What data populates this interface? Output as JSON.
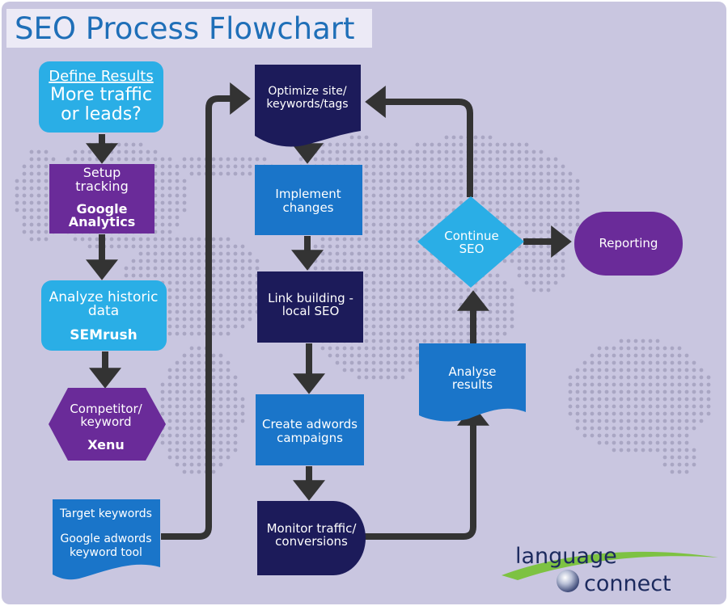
{
  "title": "SEO Process Flowchart",
  "colors": {
    "background": "#c9c6e0",
    "title_bg": "#eceaf6",
    "title_text": "#1f6fb8",
    "cyan": "#2aaee6",
    "purple": "#6a2b99",
    "navy": "#1c1b5a",
    "blue": "#1a75c9",
    "connector": "#333333",
    "map_dots": "#a9a6c3"
  },
  "nodes": {
    "define_results": {
      "heading": "Define Results",
      "line1": "More traffic",
      "line2": "or leads?"
    },
    "setup_tracking": {
      "line1": "Setup",
      "line2": "tracking",
      "tool_line1": "Google",
      "tool_line2": "Analytics"
    },
    "analyze_historic": {
      "line1": "Analyze historic",
      "line2": "data",
      "tool": "SEMrush"
    },
    "competitor": {
      "line1": "Competitor/",
      "line2": "keyword",
      "tool": "Xenu"
    },
    "target_keywords": {
      "line1": "Target keywords",
      "line2": "Google adwords",
      "line3": "keyword tool"
    },
    "optimize_site": {
      "line1": "Optimize site/",
      "line2": "keywords/tags"
    },
    "implement_changes": {
      "line1": "Implement",
      "line2": "changes"
    },
    "link_building": {
      "line1": "Link building -",
      "line2": "local SEO"
    },
    "create_adwords": {
      "line1": "Create adwords",
      "line2": "campaigns"
    },
    "monitor_traffic": {
      "line1": "Monitor traffic/",
      "line2": "conversions"
    },
    "analyse_results": {
      "line1": "Analyse",
      "line2": "results"
    },
    "continue_seo": {
      "line1": "Continue",
      "line2": "SEO"
    },
    "reporting": {
      "label": "Reporting"
    }
  },
  "logo": {
    "word1": "language",
    "word2": "connect"
  }
}
